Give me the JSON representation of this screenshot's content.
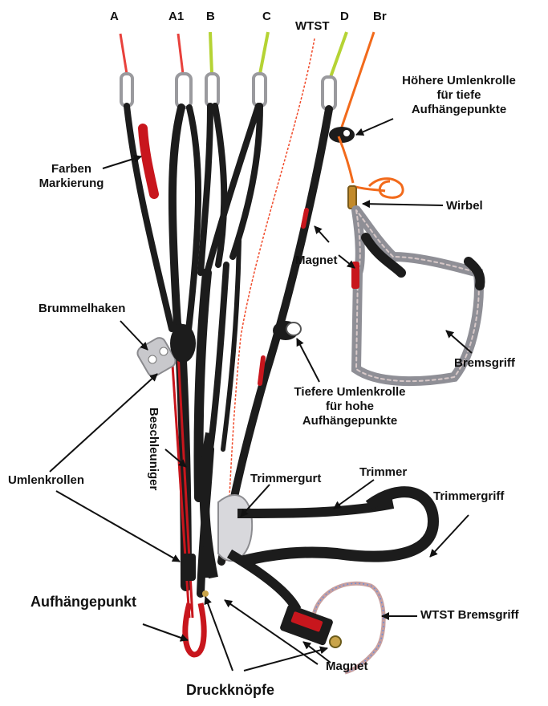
{
  "top_labels": [
    "A",
    "A1",
    "B",
    "C",
    "WTST",
    "D",
    "Br"
  ],
  "labels": {
    "hoehere_umlenkrolle": [
      "Höhere Umlenkrolle",
      "für tiefe",
      "Aufhängepunkte"
    ],
    "farben_markierung": [
      "Farben",
      "Markierung"
    ],
    "wirbel": "Wirbel",
    "magnet_upper": "Magnet",
    "brummelhaken": "Brummelhaken",
    "bremsgriff": "Bremsgriff",
    "tiefere_umlenkrolle": [
      "Tiefere Umlenkrolle",
      "für hohe",
      "Aufhängepunkte"
    ],
    "beschleuniger": "Beschleuniger",
    "umlenkrollen": "Umlenkrollen",
    "trimmergurt": "Trimmergurt",
    "trimmer": "Trimmer",
    "trimmergriff": "Trimmergriff",
    "wtst_bremsgriff": "WTST Bremsgriff",
    "aufhaengepunkt": "Aufhängepunkt",
    "magnet_lower": "Magnet",
    "druckknoepfe": "Druckknöpfe"
  },
  "colors": {
    "webbing": "#1c1c1c",
    "webbing_highlight": "#4a4a4a",
    "line_red": "#e8413c",
    "line_green": "#b5d334",
    "line_orange": "#f26a1b",
    "marker_red": "#c8161d",
    "brake_handle": "#8f8f96",
    "metal": "#b9b9bd"
  }
}
